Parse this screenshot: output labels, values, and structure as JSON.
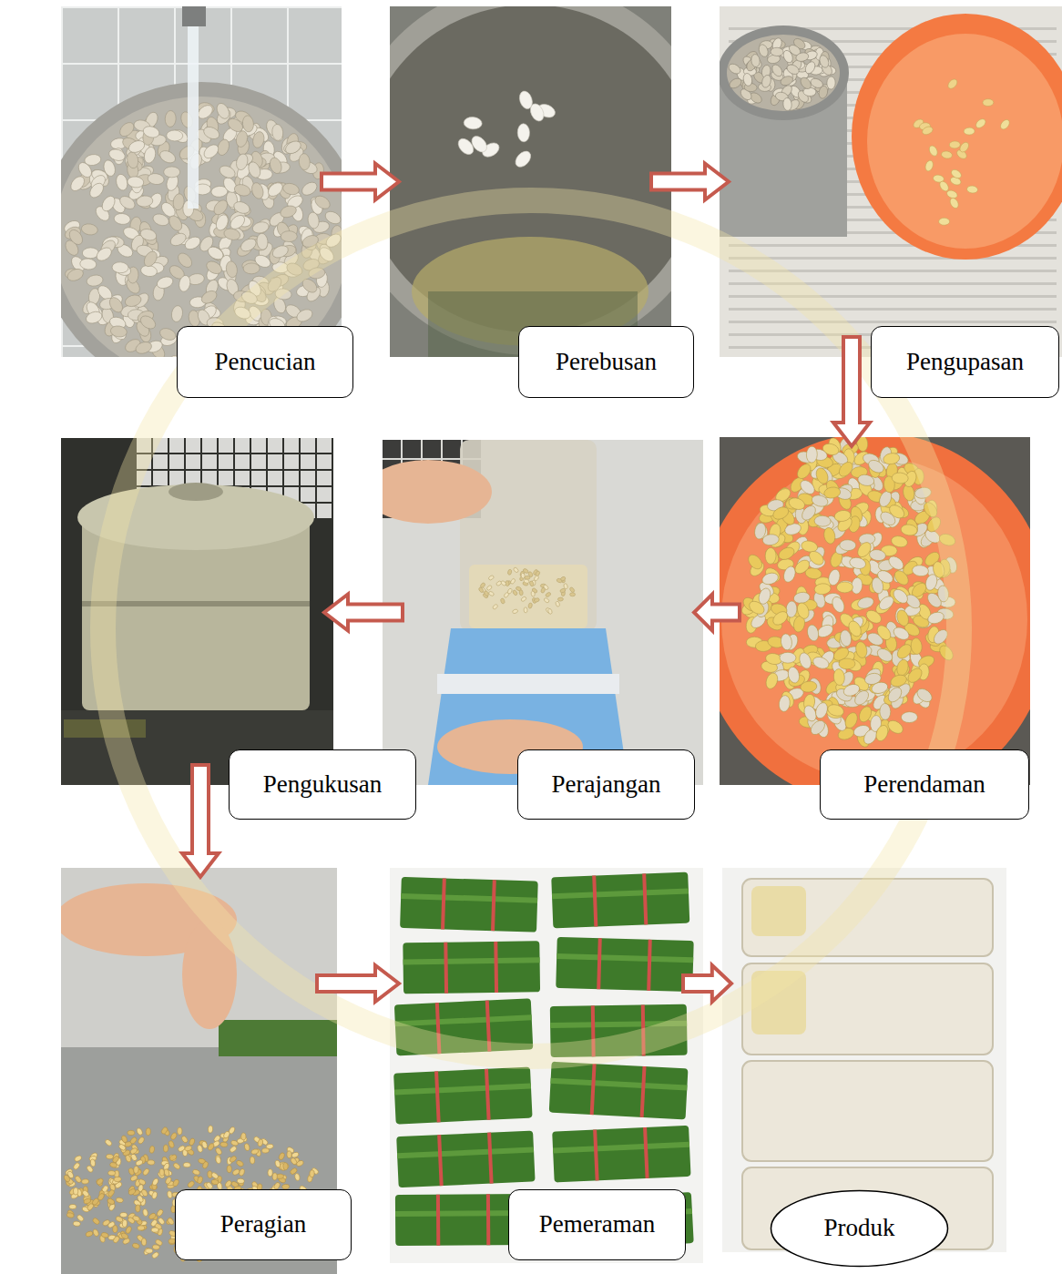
{
  "diagram": {
    "nodes": [
      {
        "text": [
          "Pencucian"
        ]
      },
      {
        "text": [
          "Perebusan"
        ]
      },
      {
        "text": [
          "Pengupasan"
        ]
      },
      {
        "text": [
          "Perendaman"
        ]
      },
      {
        "text": [
          "Perajangan"
        ]
      },
      {
        "text": [
          "Pengukusan"
        ]
      },
      {
        "text": [
          "Peragian"
        ]
      },
      {
        "text": [
          "Pemeraman"
        ]
      },
      {
        "text": [
          "Produk"
        ]
      }
    ],
    "edges": [
      {
        "from": 0,
        "to": 1,
        "arrow": "to"
      },
      {
        "from": 1,
        "to": 2,
        "arrow": "to"
      },
      {
        "from": 2,
        "to": 3,
        "arrow": "to"
      },
      {
        "from": 3,
        "to": 4,
        "arrow": "to"
      },
      {
        "from": 4,
        "to": 5,
        "arrow": "to"
      },
      {
        "from": 5,
        "to": 6,
        "arrow": "to"
      },
      {
        "from": 6,
        "to": 7,
        "arrow": "to"
      },
      {
        "from": 7,
        "to": 8,
        "arrow": "to"
      }
    ]
  }
}
